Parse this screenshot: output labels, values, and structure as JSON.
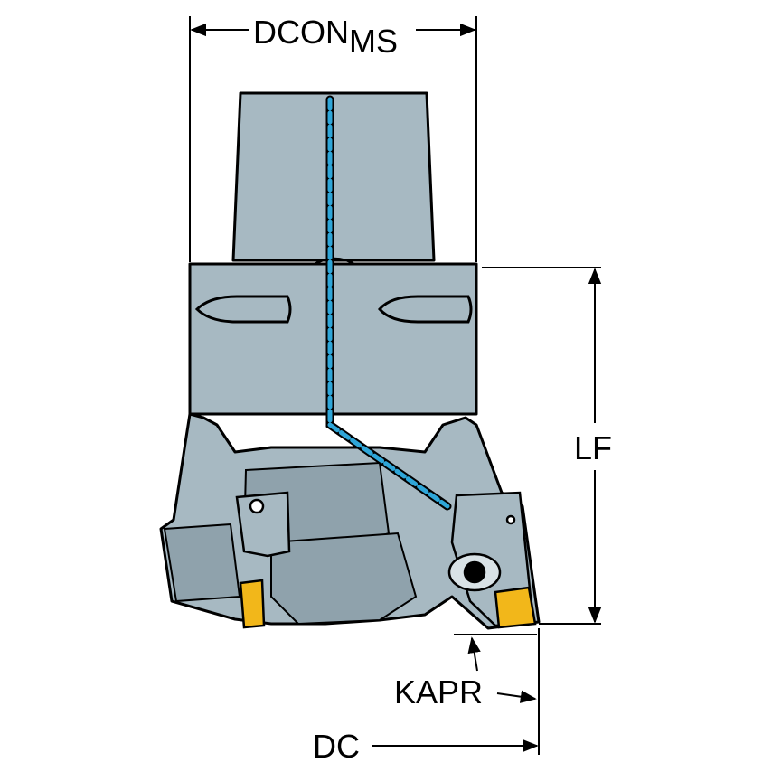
{
  "labels": {
    "dcon": "DCON",
    "dcon_sub": "MS",
    "lf": "LF",
    "kapr": "KAPR",
    "dc": "DC"
  },
  "colors": {
    "body": "#a7b9c2",
    "body_shadow": "#8fa2ac",
    "outline": "#000000",
    "coolant": "#2fa6d8",
    "insert": "#f2b71a"
  }
}
